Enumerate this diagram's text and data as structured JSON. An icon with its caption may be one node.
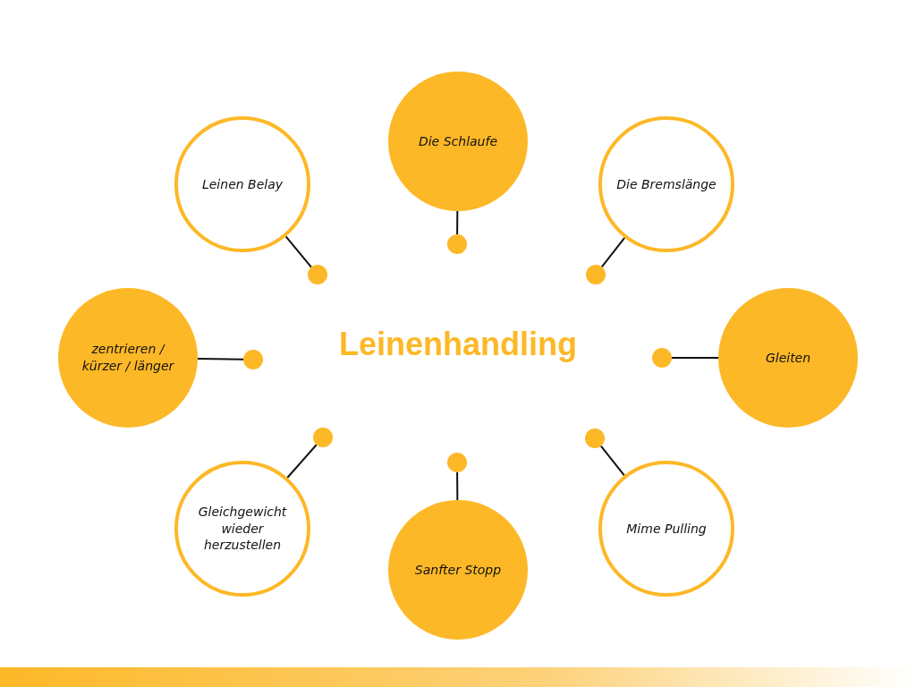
{
  "diagram": {
    "title": "Leinenhandling",
    "nodes": [
      {
        "text": [
          "Die Schlaufe"
        ]
      },
      {
        "text": [
          "Leinen Belay"
        ]
      },
      {
        "text": [
          "Die Bremslänge"
        ]
      },
      {
        "text": [
          "zentrieren / kürzer / länger"
        ]
      },
      {
        "text": [
          "Gleiten"
        ]
      },
      {
        "text": [
          "Gleichgewicht wieder herzustellen"
        ]
      },
      {
        "text": [
          "Mime Pulling"
        ]
      },
      {
        "text": [
          "Sanfter Stopp"
        ]
      },
      {
        "text": [],
        "shape": "circle"
      },
      {
        "text": [],
        "shape": "circle"
      },
      {
        "text": [],
        "shape": "circle"
      },
      {
        "text": [],
        "shape": "circle"
      },
      {
        "text": [],
        "shape": "circle"
      },
      {
        "text": [],
        "shape": "circle"
      },
      {
        "text": [],
        "shape": "circle"
      },
      {
        "text": [],
        "shape": "circle"
      },
      {
        "text": [],
        "shape": "bar"
      }
    ],
    "edges": [
      {
        "from": 0,
        "to": 8,
        "arrow": "none"
      },
      {
        "from": 1,
        "to": 9,
        "arrow": "none"
      },
      {
        "from": 2,
        "to": 10,
        "arrow": "none"
      },
      {
        "from": 3,
        "to": 11,
        "arrow": "none"
      },
      {
        "from": 4,
        "to": 12,
        "arrow": "none"
      },
      {
        "from": 5,
        "to": 13,
        "arrow": "none"
      },
      {
        "from": 6,
        "to": 14,
        "arrow": "none"
      },
      {
        "from": 7,
        "to": 15,
        "arrow": "none"
      }
    ]
  }
}
